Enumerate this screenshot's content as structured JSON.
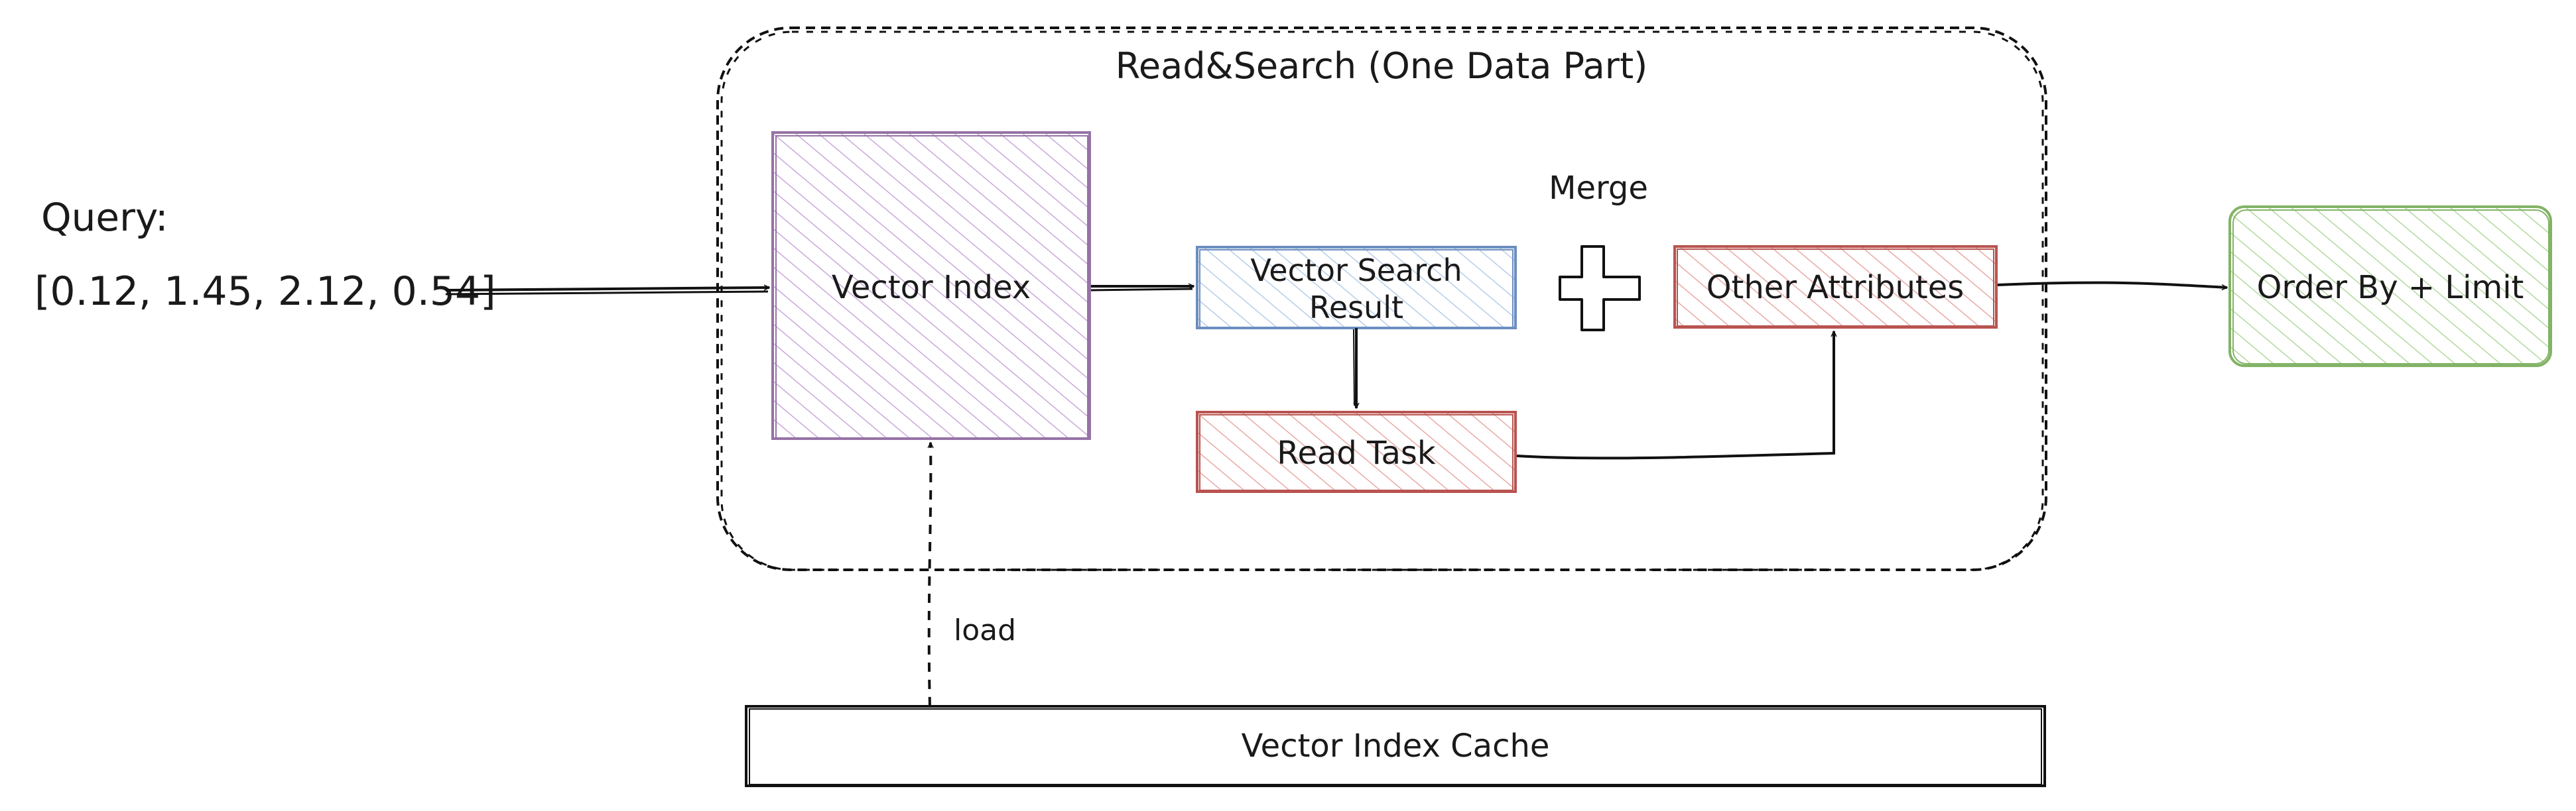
{
  "diagram": {
    "group_title": "Read&Search (One Data Part)",
    "query_label": "Query:",
    "query_vector": "[0.12, 1.45, 2.12, 0.54]",
    "nodes": {
      "vector_index": "Vector Index",
      "vector_search_result_line1": "Vector Search",
      "vector_search_result_line2": "Result",
      "read_task": "Read Task",
      "merge_label": "Merge",
      "other_attributes": "Other Attributes",
      "order_by_limit": "Order By + Limit",
      "vector_index_cache": "Vector Index Cache"
    },
    "edge_labels": {
      "load": "load"
    }
  },
  "colors": {
    "vector_index_stroke": "#9673a6",
    "vector_index_fill": "#e1d5e7",
    "search_result_stroke": "#6c8ebf",
    "search_result_fill": "#dae8fc",
    "red_stroke": "#b85450",
    "red_fill": "#f8cecc",
    "green_stroke": "#82b366",
    "green_fill": "#d5e8d4",
    "line": "#111111"
  }
}
